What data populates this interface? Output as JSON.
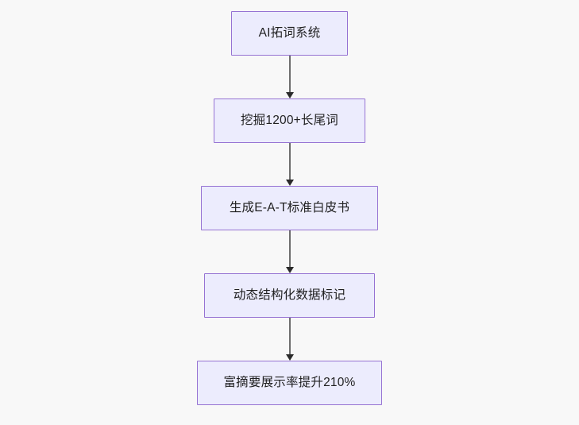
{
  "diagram": {
    "type": "flowchart",
    "direction": "top-to-bottom",
    "background_color": "#f8f8f8",
    "node_fill_color": "#ececfd",
    "node_border_color": "#9673d3",
    "node_text_color": "#1f1f20",
    "connector_color": "#6e6e6e",
    "arrowhead_color": "#2a2a2a",
    "nodes": [
      {
        "id": "n1",
        "label": "AI拓词系统"
      },
      {
        "id": "n2",
        "label": "挖掘1200+长尾词"
      },
      {
        "id": "n3",
        "label": "生成E-A-T标准白皮书"
      },
      {
        "id": "n4",
        "label": "动态结构化数据标记"
      },
      {
        "id": "n5",
        "label": "富摘要展示率提升210%"
      }
    ],
    "edges": [
      {
        "from": "n1",
        "to": "n2",
        "arrow": "arrow-down-icon"
      },
      {
        "from": "n2",
        "to": "n3",
        "arrow": "arrow-down-icon"
      },
      {
        "from": "n3",
        "to": "n4",
        "arrow": "arrow-down-icon"
      },
      {
        "from": "n4",
        "to": "n5",
        "arrow": "arrow-down-icon"
      }
    ]
  }
}
